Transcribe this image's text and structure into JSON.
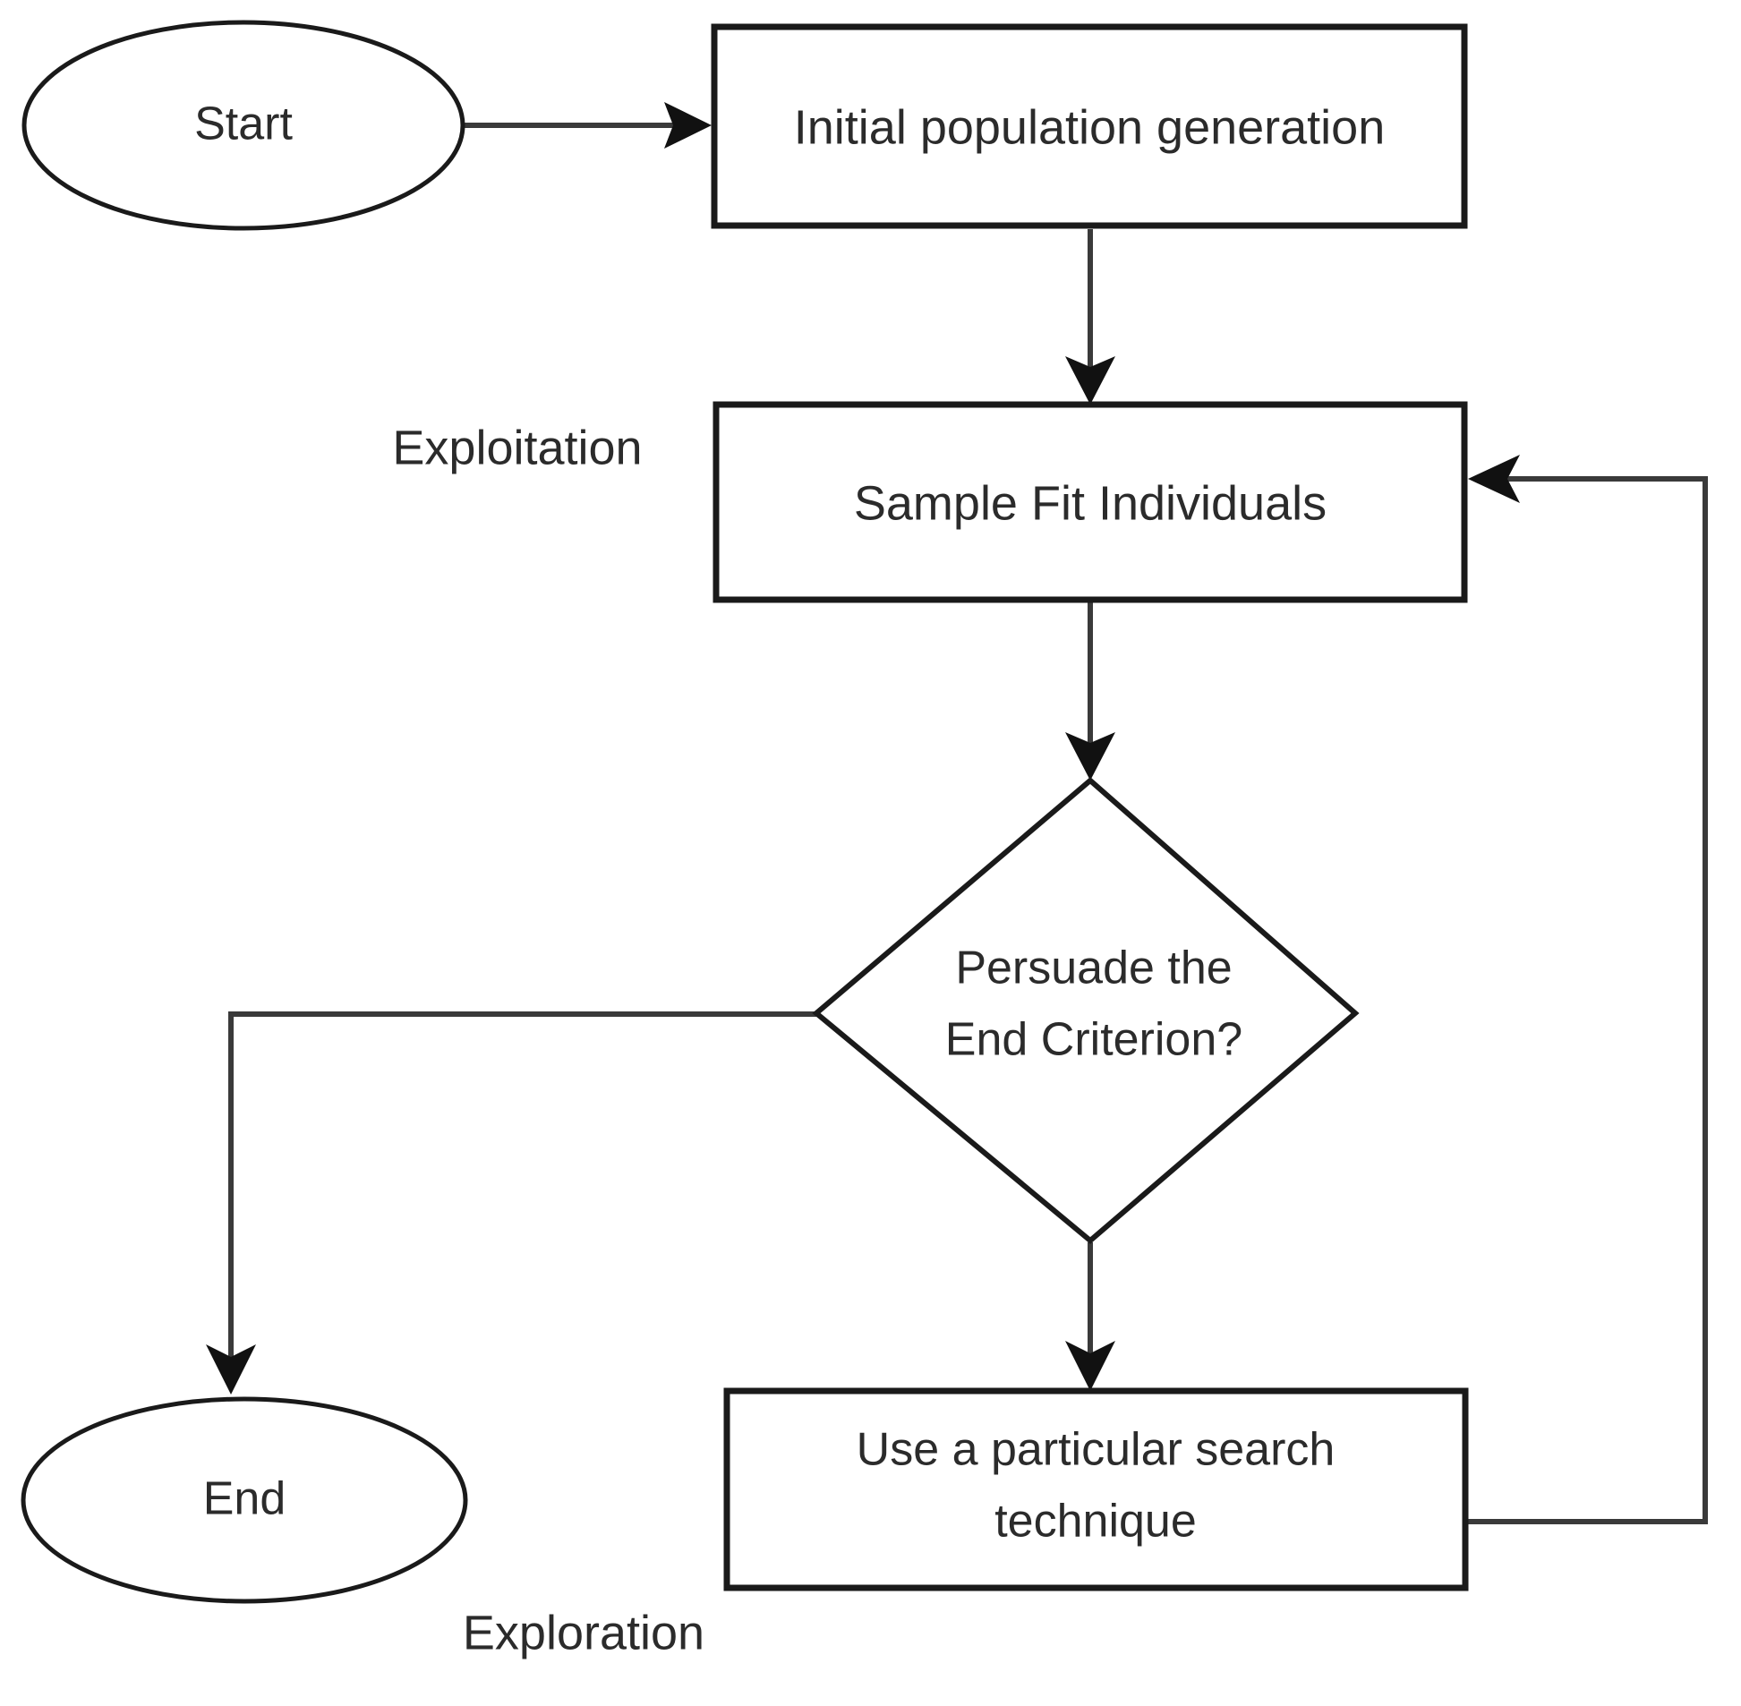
{
  "diagram": {
    "type": "flowchart",
    "title": "",
    "background_color": "#ffffff",
    "line_color": "#3a3a3a",
    "text_color": "#2b2b2b",
    "shape_fill": "#ffffff",
    "shape_stroke": "#1a1a1a"
  },
  "nodes": {
    "start": {
      "label": "Start",
      "shape": "ellipse"
    },
    "initial_population": {
      "label": "Initial population generation",
      "shape": "rectangle"
    },
    "sample_fit": {
      "label": "Sample Fit Individuals",
      "shape": "rectangle"
    },
    "decision": {
      "label_line1": "Persuade the",
      "label_line2": "End Criterion?",
      "shape": "diamond"
    },
    "search_technique": {
      "label_line1": "Use a particular search",
      "label_line2": "technique",
      "shape": "rectangle"
    },
    "end": {
      "label": "End",
      "shape": "ellipse"
    }
  },
  "phase_labels": {
    "exploitation": "Exploitation",
    "exploration": "Exploration"
  },
  "edges": [
    {
      "id": "start-to-initial",
      "from": "start",
      "to": "initial_population",
      "label": "",
      "direction": "right"
    },
    {
      "id": "initial-to-sample",
      "from": "initial_population",
      "to": "sample_fit",
      "label": "",
      "direction": "down"
    },
    {
      "id": "sample-to-decision",
      "from": "sample_fit",
      "to": "decision",
      "label": "",
      "direction": "down"
    },
    {
      "id": "decision-to-end",
      "from": "decision",
      "to": "end",
      "label": "",
      "direction": "left-down"
    },
    {
      "id": "decision-to-search",
      "from": "decision",
      "to": "search_technique",
      "label": "",
      "direction": "down"
    },
    {
      "id": "search-to-sample",
      "from": "search_technique",
      "to": "sample_fit",
      "label": "",
      "direction": "right-up-left"
    }
  ]
}
